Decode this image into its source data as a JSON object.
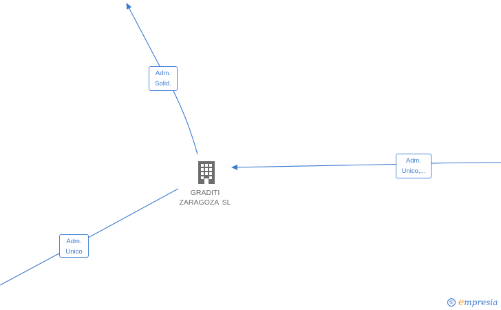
{
  "graph": {
    "company": {
      "name_line1": "GRADITI",
      "name_line2": "ZARAGOZA  SL",
      "icon": "building-icon"
    },
    "edges": [
      {
        "id": "solid",
        "line1": "Adm.",
        "line2": "Solid."
      },
      {
        "id": "unico_right",
        "line1": "Adm.",
        "line2": "Unico,..."
      },
      {
        "id": "unico_left",
        "line1": "Adm.",
        "line2": "Unico"
      }
    ],
    "colors": {
      "edge": "#3b78cf",
      "node": "#6d6d6d",
      "brand_accent": "#f39a1e"
    }
  },
  "footer": {
    "copyright_symbol": "©",
    "brand_first": "e",
    "brand_rest": "mpresia"
  }
}
